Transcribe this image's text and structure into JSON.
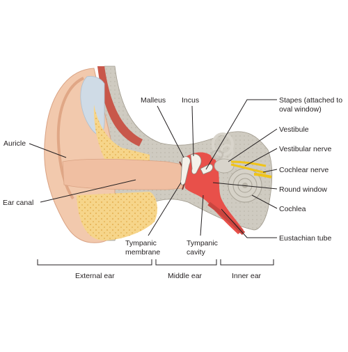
{
  "labels": {
    "auricle": "Auricle",
    "ear_canal": "Ear canal",
    "malleus": "Malleus",
    "incus": "Incus",
    "stapes_line1": "Stapes (attached to",
    "stapes_line2": "oval window)",
    "vestibule": "Vestibule",
    "vestibular_nerve": "Vestibular nerve",
    "cochlear_nerve": "Cochlear nerve",
    "round_window": "Round window",
    "cochlea": "Cochlea",
    "eustachian_tube": "Eustachian tube",
    "tympanic_membrane_line1": "Tympanic",
    "tympanic_membrane_line2": "membrane",
    "tympanic_cavity_line1": "Tympanic",
    "tympanic_cavity_line2": "cavity"
  },
  "sections": {
    "external_ear": "External ear",
    "middle_ear": "Middle ear",
    "inner_ear": "Inner ear"
  },
  "colors": {
    "skin": "#f2c9ad",
    "skin_dark": "#e6ad8b",
    "bone_gray": "#c9c6bd",
    "cartilage_blue": "#cfdbe6",
    "fat_yellow": "#f6d58a",
    "middle_ear_red": "#e8504a",
    "nerve_yellow": "#f0c419",
    "ossicle_white": "#f4f1ea"
  }
}
